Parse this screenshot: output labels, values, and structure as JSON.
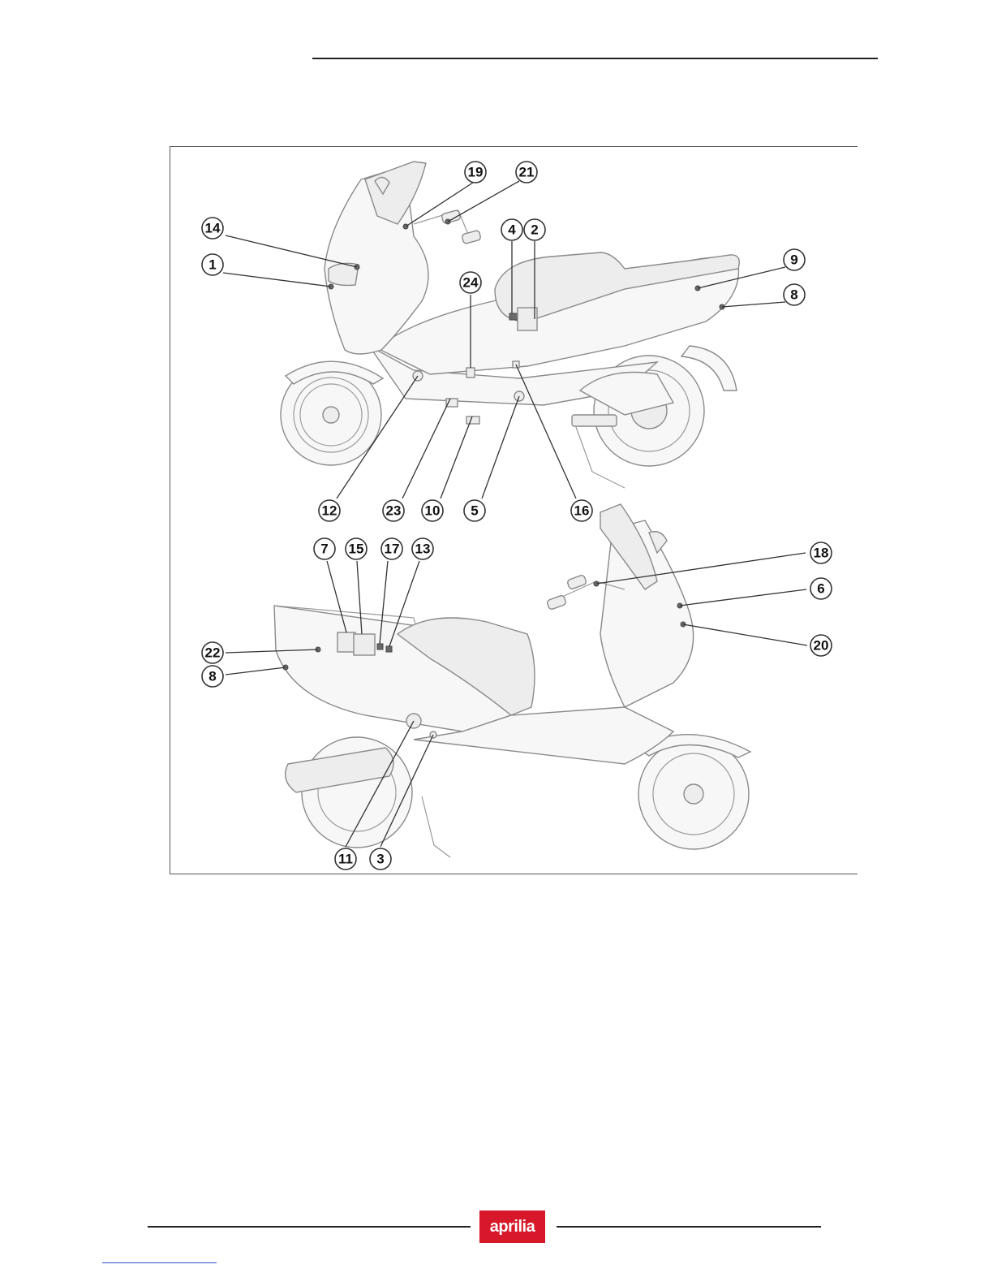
{
  "figure": {
    "top_view_callouts": [
      "19",
      "21",
      "14",
      "1",
      "4",
      "2",
      "24",
      "9",
      "8",
      "12",
      "23",
      "10",
      "5",
      "16"
    ],
    "bottom_view_callouts": [
      "7",
      "15",
      "17",
      "13",
      "18",
      "6",
      "22",
      "8",
      "20",
      "11",
      "3"
    ]
  },
  "footer": {
    "logo_text": "aprilia"
  }
}
